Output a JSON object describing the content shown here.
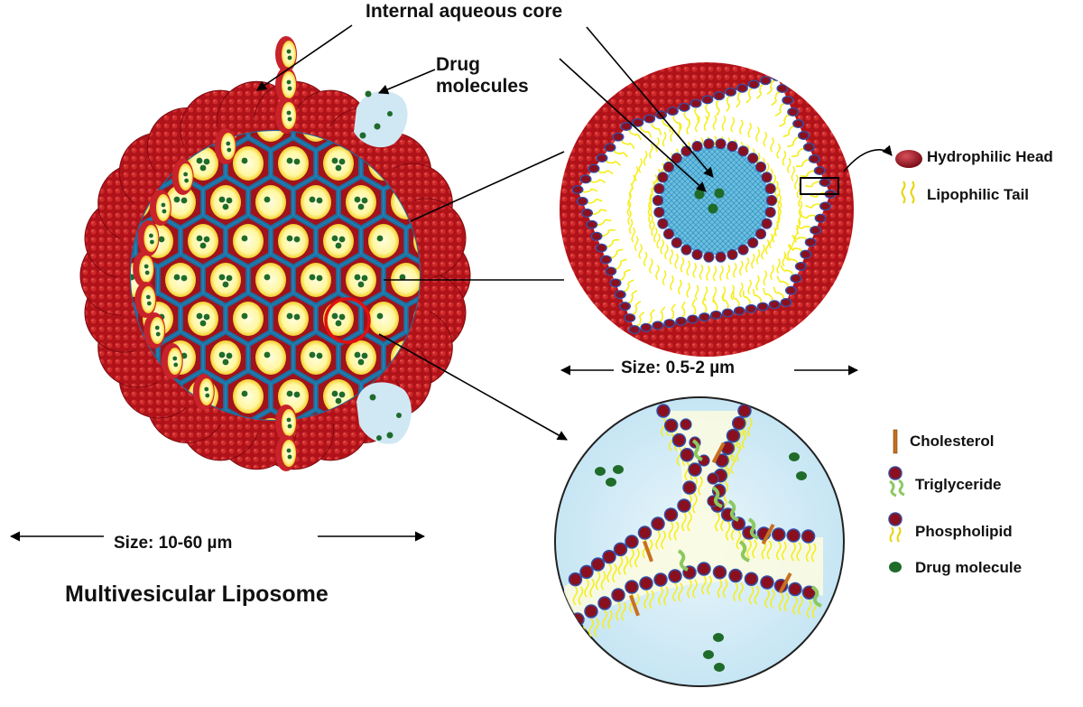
{
  "labels": {
    "internal_core": "Internal aqueous core",
    "drug_molecules": "Drug molecules",
    "size_large": "Size: 10-60 µm",
    "title": "Multivesicular Liposome",
    "size_mid": "Size: 0.5-2 µm"
  },
  "legend": {
    "hydrophilic_head": "Hydrophilic Head",
    "lipophilic_tail": "Lipophilic Tail",
    "cholesterol": "Cholesterol",
    "triglyceride": "Triglyceride",
    "phospholipid": "Phospholipid",
    "drug_molecule": "Drug molecule"
  },
  "colors": {
    "outer_red": "#b3141a",
    "aqueous_blue": "#2b9fd6",
    "lipid_yellow": "#f5ee1a",
    "head_red": "#8a1020",
    "drug_green": "#1f6b2a",
    "highlight_red": "#e11111",
    "pale_blue": "#cfe8f4"
  }
}
